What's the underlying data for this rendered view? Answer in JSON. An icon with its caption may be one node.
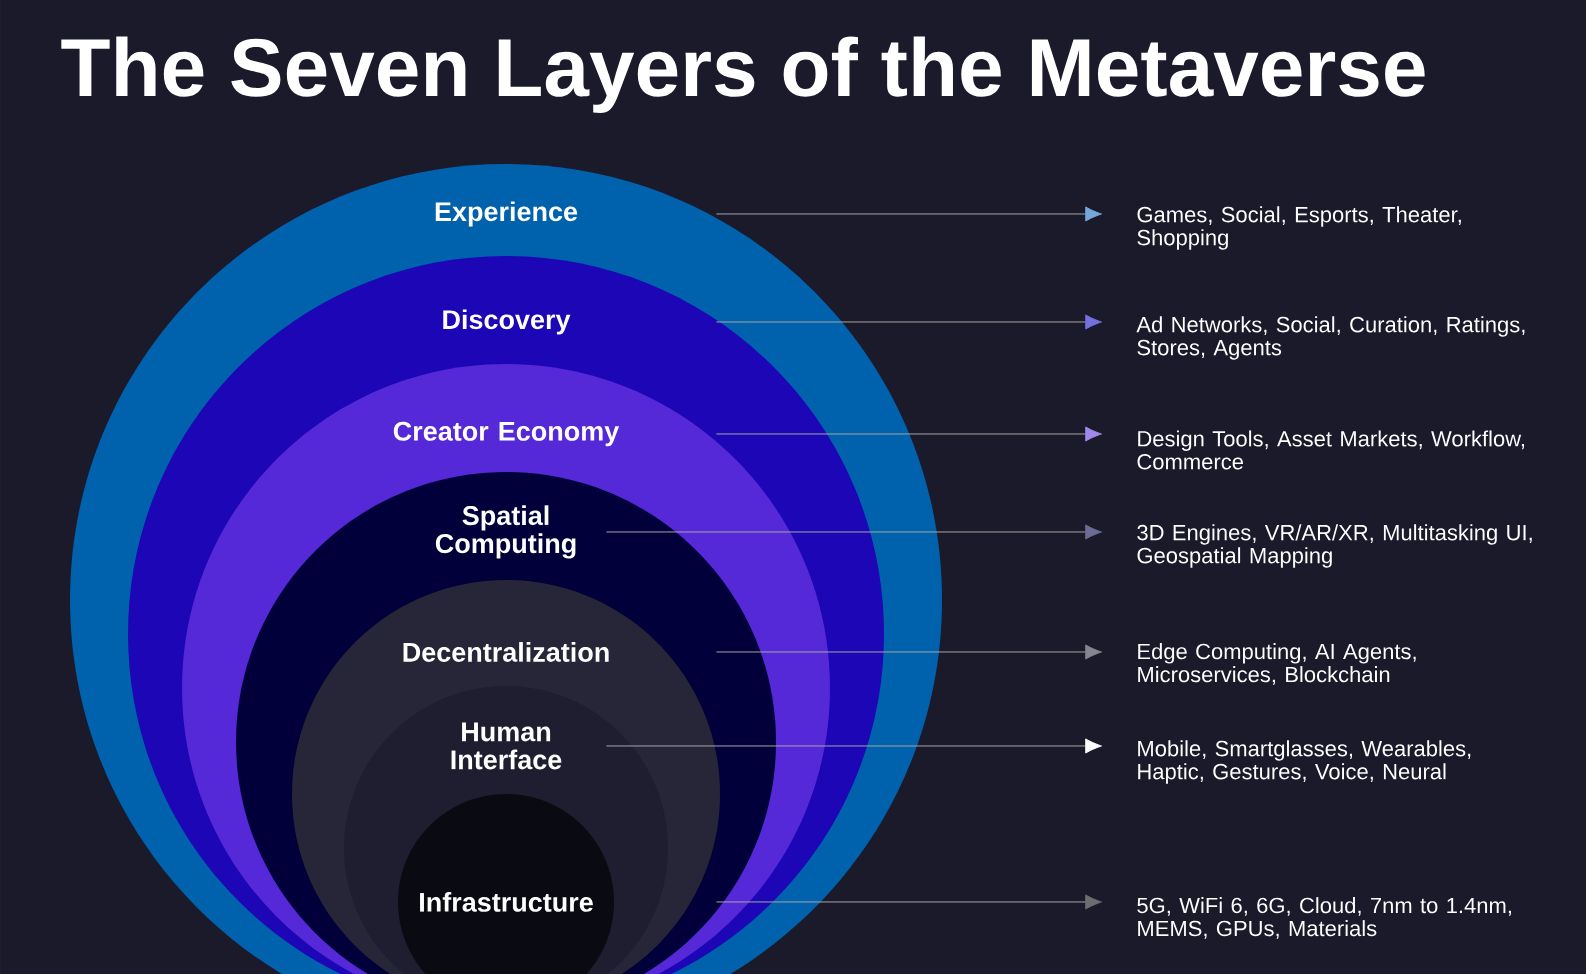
{
  "diagram": {
    "title": "The Seven Layers of the Metaverse",
    "nodes": [
      {
        "text": [
          "Experience"
        ]
      },
      {
        "text": [
          "Discovery"
        ],
        "in": 0
      },
      {
        "text": [
          "Creator Economy"
        ],
        "in": 1
      },
      {
        "text": [
          "Spatial Computing"
        ],
        "in": 2
      },
      {
        "text": [
          "Decentralization"
        ],
        "in": 3
      },
      {
        "text": [
          "Human Interface"
        ],
        "in": 4
      },
      {
        "text": [
          "Infrastructure"
        ],
        "in": 5
      },
      {
        "text": [
          "Games, Social, Esports, Theater, Shopping"
        ]
      },
      {
        "text": [
          "Ad Networks, Social, Curation, Ratings, Stores, Agents"
        ]
      },
      {
        "text": [
          "Design Tools, Asset Markets, Workflow, Commerce"
        ]
      },
      {
        "text": [
          "3D Engines, VR/AR/XR, Multitasking UI, Geospatial Mapping"
        ]
      },
      {
        "text": [
          "Edge Computing, AI Agents, Microservices, Blockchain"
        ]
      },
      {
        "text": [
          "Mobile, Smartglasses, Wearables, Haptic, Gestures, Voice, Neural"
        ]
      },
      {
        "text": [
          "5G, WiFi 6, 6G, Cloud, 7nm to 1.4nm, MEMS, GPUs, Materials"
        ]
      }
    ],
    "edges": [
      {
        "from": 0,
        "to": 7,
        "arrow": "to"
      },
      {
        "from": 1,
        "to": 8,
        "arrow": "to"
      },
      {
        "from": 2,
        "to": 9,
        "arrow": "to"
      },
      {
        "from": 3,
        "to": 10,
        "arrow": "to"
      },
      {
        "from": 4,
        "to": 11,
        "arrow": "to"
      },
      {
        "from": 5,
        "to": 12,
        "arrow": "to"
      },
      {
        "from": 6,
        "to": 13,
        "arrow": "to"
      }
    ]
  }
}
